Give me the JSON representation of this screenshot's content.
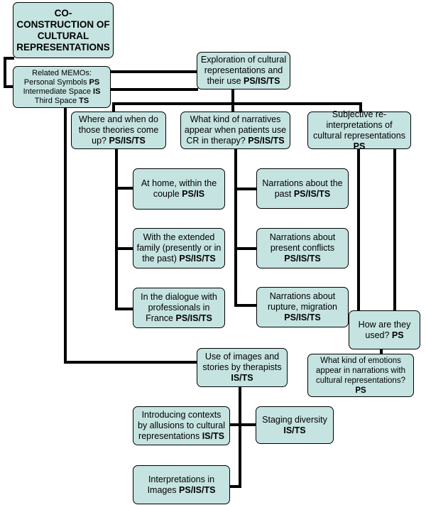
{
  "title": "CO-CONSTRUCTION OF CULTURAL REPRESENTATIONS",
  "memo": {
    "heading": "Related MEMOs:",
    "lines": [
      {
        "text": "Personal Symbols ",
        "code": "PS"
      },
      {
        "text": "Intermediate Space ",
        "code": "IS"
      },
      {
        "text": "Third Space ",
        "code": "TS"
      }
    ]
  },
  "nodes": {
    "exploration": {
      "text": "Exploration of cultural representations and their use ",
      "code": "PS/IS/TS"
    },
    "where_when": {
      "text": "Where and when do those theories come up? ",
      "code": "PS/IS/TS"
    },
    "narratives_kind": {
      "text": "What kind of narratives appear when patients use CR in therapy? ",
      "code": "PS/IS/TS"
    },
    "subjective": {
      "text": "Subjective re-interpretations of cultural representations ",
      "code": "PS"
    },
    "at_home": {
      "text": "At home, within the couple ",
      "code": "PS/IS"
    },
    "extended_family": {
      "text": "With the extended family (presently or in the past) ",
      "code": "PS/IS/TS"
    },
    "dialogue": {
      "text": "In the dialogue with professionals in France ",
      "code": "PS/IS/TS"
    },
    "narr_past": {
      "text": "Narrations about the past ",
      "code": "PS/IS/TS"
    },
    "narr_present": {
      "text": "Narrations about present conflicts ",
      "code": "PS/IS/TS"
    },
    "narr_rupture": {
      "text": "Narrations about rupture, migration ",
      "code": "PS/IS/TS"
    },
    "how_used": {
      "text": "How are they used? ",
      "code": "PS"
    },
    "emotions": {
      "text": "What kind of emotions appear in narrations with cultural representations? ",
      "code": "PS"
    },
    "images_stories": {
      "text": "Use of images and stories by therapists ",
      "code": "IS/TS"
    },
    "introducing": {
      "text": "Introducing contexts by allusions to cultural representations ",
      "code": "IS/TS"
    },
    "staging": {
      "text": "Staging diversity ",
      "code": "IS/TS"
    },
    "interpretations": {
      "text": "Interpretations in Images ",
      "code": "PS/IS/TS"
    }
  }
}
